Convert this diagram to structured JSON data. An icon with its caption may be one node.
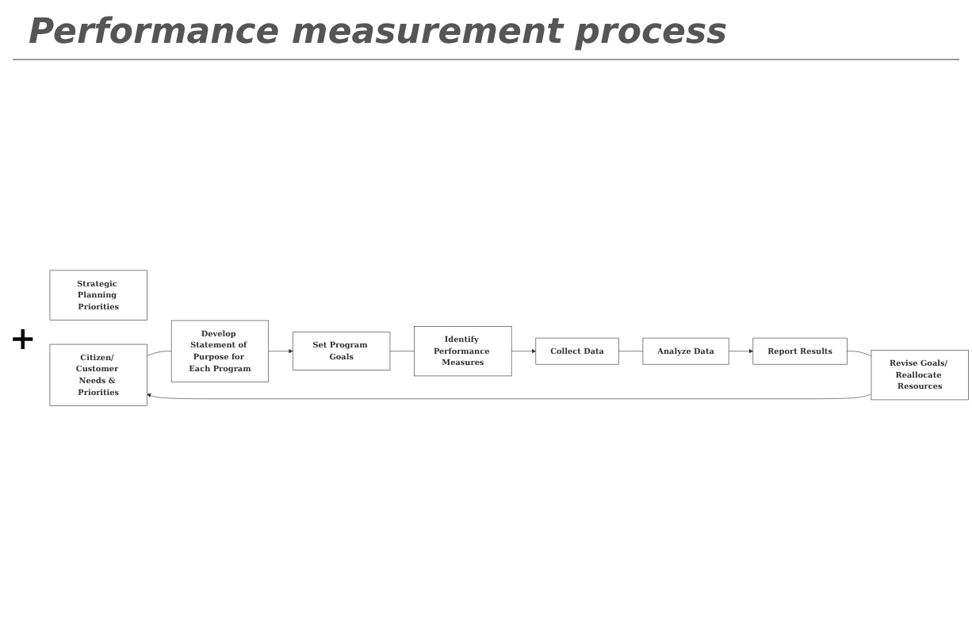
{
  "diagram": {
    "title": "Performance measurement process",
    "nodes": [
      {
        "text": [
          "Strategic Planning Priorities"
        ]
      },
      {
        "text": [
          "Citizen/ Customer Needs & Priorities"
        ]
      },
      {
        "text": [
          "Develop Statement of Purpose for Each Program"
        ]
      },
      {
        "text": [
          "Set Program Goals"
        ]
      },
      {
        "text": [
          "Identify Performance Measures"
        ]
      },
      {
        "text": [
          "Collect Data"
        ]
      },
      {
        "text": [
          "Analyze Data"
        ]
      },
      {
        "text": [
          "Report Results"
        ]
      },
      {
        "text": [
          "Revise Goals/ Reallocate Resources"
        ]
      }
    ],
    "edges": [
      {
        "from": 1,
        "to": 2,
        "arrow": "none"
      },
      {
        "from": 2,
        "to": 3,
        "arrow": "to"
      },
      {
        "from": 3,
        "to": 4,
        "arrow": "none"
      },
      {
        "from": 4,
        "to": 5,
        "arrow": "to"
      },
      {
        "from": 5,
        "to": 6,
        "arrow": "none"
      },
      {
        "from": 6,
        "to": 7,
        "arrow": "to"
      },
      {
        "from": 7,
        "to": 8,
        "arrow": "none"
      },
      {
        "from": 8,
        "to": 1,
        "arrow": "to"
      }
    ],
    "labels": [
      "+"
    ]
  }
}
